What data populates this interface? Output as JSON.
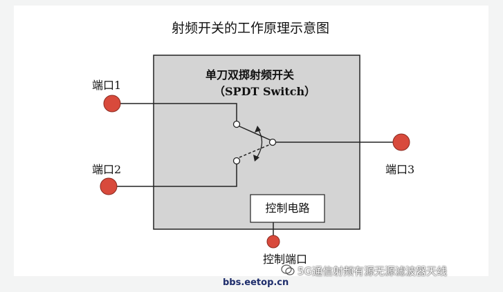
{
  "title": "射频开关的工作原理示意图",
  "switch_box": {
    "name": "单刀双掷射频开关",
    "subtitle": "（SPDT Switch）"
  },
  "ports": {
    "port1": "端口1",
    "port2": "端口2",
    "port3": "端口3",
    "control_port": "控制端口"
  },
  "control_circuit": "控制电路",
  "watermark": "5G通信射频有源无源滤波器天线",
  "site": "bbs.eetop.cn",
  "colors": {
    "port_fill": "#d84a3c",
    "box_fill": "#d4d4d4",
    "line": "#222222"
  }
}
